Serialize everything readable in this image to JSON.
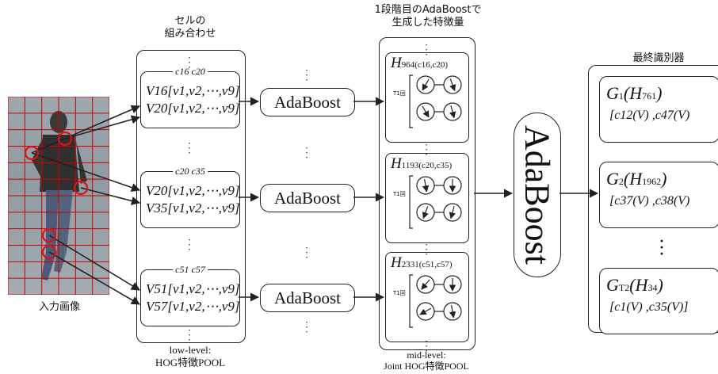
{
  "labels": {
    "cells_title_line1": "セルの",
    "cells_title_line2": "組み合わせ",
    "feature_title_line1": "1段階目のAdaBoostで",
    "feature_title_line2": "生成した特徴量",
    "final_title": "最終識別器",
    "input_image": "入力画像",
    "low_level_line1": "low-level:",
    "low_level_line2": "HOG特徴POOL",
    "mid_level_line1": "mid-level:",
    "mid_level_line2": "Joint HOG特徴POOL"
  },
  "cell_pairs": [
    {
      "header": "c16 c20",
      "v1": "V16[v1,v2,⋯,v9]",
      "v2": "V20[v1,v2,⋯,v9]"
    },
    {
      "header": "c20 c35",
      "v1": "V20[v1,v2,⋯,v9]",
      "v2": "V35[v1,v2,⋯,v9]"
    },
    {
      "header": "c51 c57",
      "v1": "V51[v1,v2,⋯,v9]",
      "v2": "V57[v1,v2,⋯,v9]"
    }
  ],
  "adaboost_label": "AdaBoost",
  "final_adaboost_label": "AdaBoost",
  "features": [
    {
      "h": "H",
      "sub": "964(c16,c20)",
      "t": "T1回"
    },
    {
      "h": "H",
      "sub": "1193(c20,c35)",
      "t": "T1回"
    },
    {
      "h": "H",
      "sub": "2331(c51,c57)",
      "t": "T1回"
    }
  ],
  "final_classifiers": [
    {
      "g": "G",
      "gsub": "1",
      "h": "H",
      "hsub": "761",
      "cells": "[c12(V) ,c47(V)"
    },
    {
      "g": "G",
      "gsub": "2",
      "h": "H",
      "hsub": "1962",
      "cells": "[c37(V) ,c38(V)"
    },
    {
      "g": "G",
      "gsub": "T2",
      "h": "H",
      "hsub": "34",
      "cells": "[c1(V) ,c35(V)]"
    }
  ],
  "colors": {
    "grid": "#cc0000",
    "line": "#222222"
  }
}
